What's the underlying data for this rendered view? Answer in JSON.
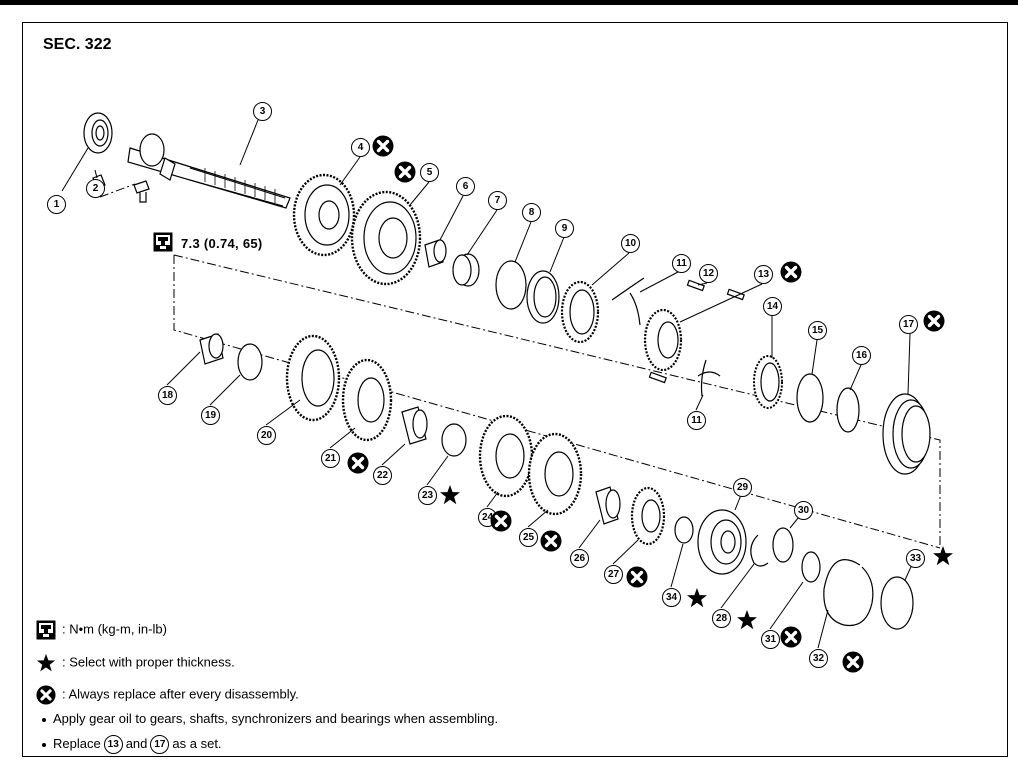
{
  "section": "SEC. 322",
  "torque": {
    "value": "7.3  (0.74,  65)"
  },
  "callouts": [
    "1",
    "2",
    "3",
    "4",
    "5",
    "6",
    "7",
    "8",
    "9",
    "10",
    "11",
    "11",
    "12",
    "13",
    "14",
    "15",
    "16",
    "17",
    "18",
    "19",
    "20",
    "21",
    "22",
    "23",
    "24",
    "25",
    "26",
    "27",
    "28",
    "29",
    "30",
    "31",
    "32",
    "33",
    "34"
  ],
  "legend": {
    "torque": ": N•m  (kg-m,  in-lb)",
    "select": ": Select with proper thickness.",
    "replace": ": Always replace after every disassembly."
  },
  "notes": {
    "gear_oil": "Apply gear oil to gears, shafts, synchronizers and bearings when assembling.",
    "replace_prefix": "Replace",
    "replace_a": "13",
    "replace_mid": "and",
    "replace_b": "17",
    "replace_suffix": "as a set."
  },
  "icons": {
    "replace": "x-circle-icon",
    "select": "star-icon",
    "torque": "torque-wrench-icon"
  }
}
